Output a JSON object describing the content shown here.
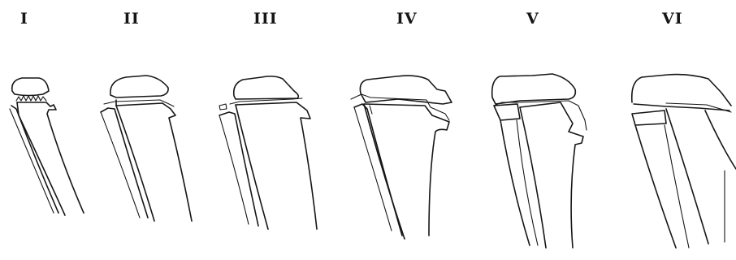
{
  "stages": [
    {
      "id": "I",
      "label": "I"
    },
    {
      "id": "II",
      "label": "II"
    },
    {
      "id": "III",
      "label": "III"
    },
    {
      "id": "IV",
      "label": "IV"
    },
    {
      "id": "V",
      "label": "V"
    },
    {
      "id": "VI",
      "label": "VI"
    }
  ],
  "colors": {
    "ink": "#161616",
    "background": "#ffffff"
  }
}
